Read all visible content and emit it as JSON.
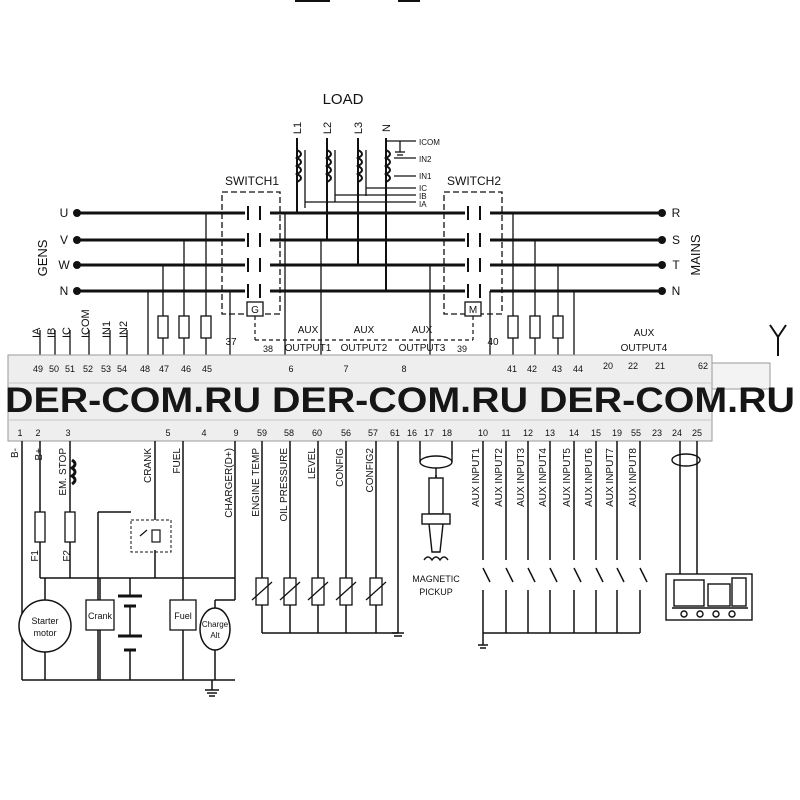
{
  "load_label": "LOAD",
  "load_phases": [
    "L1",
    "L2",
    "L3",
    "N"
  ],
  "ct_labels": [
    "ICOM",
    "IN2",
    "IN1",
    "IC",
    "IB",
    "IA"
  ],
  "switch1_label": "SWITCH1",
  "switch2_label": "SWITCH2",
  "gens_label": "GENS",
  "mains_label": "MAINS",
  "gens_lines": [
    "U",
    "V",
    "W",
    "N"
  ],
  "mains_lines": [
    "R",
    "S",
    "T",
    "N"
  ],
  "switch1_box": "G",
  "switch2_box": "M",
  "left_inputs": [
    "IA",
    "IB",
    "IC",
    "ICOM",
    "IN1",
    "IN2"
  ],
  "aux_outputs": [
    {
      "top": "AUX",
      "bottom": "OUTPUT1"
    },
    {
      "top": "AUX",
      "bottom": "OUTPUT2"
    },
    {
      "top": "AUX",
      "bottom": "OUTPUT3"
    },
    {
      "top": "AUX",
      "bottom": "OUTPUT4"
    }
  ],
  "top_terminals": [
    "49",
    "50",
    "51",
    "52",
    "53",
    "54",
    "48",
    "47",
    "46",
    "45",
    "37",
    "38",
    "6",
    "7",
    "8",
    "39",
    "40",
    "41",
    "42",
    "43",
    "44",
    "20",
    "22",
    "21",
    "62"
  ],
  "bottom_terminals": [
    "1",
    "2",
    "3",
    "5",
    "4",
    "9",
    "59",
    "58",
    "60",
    "56",
    "57",
    "61",
    "16",
    "17",
    "18",
    "10",
    "11",
    "12",
    "13",
    "14",
    "15",
    "19",
    "55",
    "23",
    "24",
    "25"
  ],
  "watermark": "DER-COM.RU DER-COM.RU DER-COM.RU",
  "lower_labels": [
    "B-",
    "B+",
    "EM. STOP",
    "F1",
    "F2",
    "CRANK",
    "FUEL",
    "CHARGER(D+)",
    "ENGINE TEMP",
    "OIL PRESSURE",
    "LEVEL",
    "CONFIG",
    "CONFIG2"
  ],
  "aux_inputs": [
    "AUX INPUT1",
    "AUX INPUT2",
    "AUX INPUT3",
    "AUX INPUT4",
    "AUX INPUT5",
    "AUX INPUT6",
    "AUX INPUT7",
    "AUX INPUT8"
  ],
  "device_labels": {
    "starter": [
      "Starter",
      "motor"
    ],
    "crank_relay": "Crank",
    "fuel_relay": "Fuel",
    "charge_alt": [
      "Charge",
      "Alt"
    ],
    "magnetic_pickup": [
      "MAGNETIC",
      "PICKUP"
    ]
  }
}
